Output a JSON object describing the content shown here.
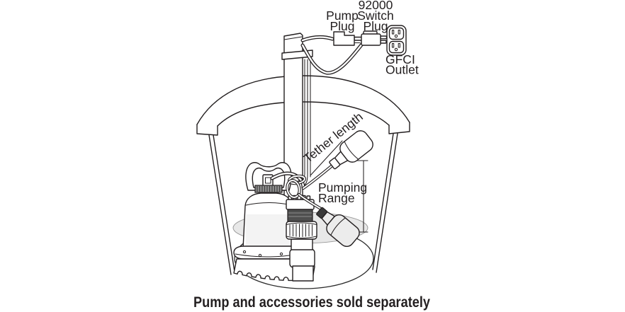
{
  "figure": {
    "caption": "Pump and accessories sold separately",
    "labels": {
      "pump_plug": [
        "Pump",
        "Plug"
      ],
      "switch_plug": [
        "92000",
        "Switch",
        "Plug"
      ],
      "gfci": [
        "GFCI",
        "Outlet"
      ],
      "tether": "Tether length",
      "pumping": [
        "Pumping",
        "Range"
      ]
    },
    "colors": {
      "ink": "#231f20",
      "water": "#e8e8e8",
      "water_edge": "#9a9a9a",
      "float_shaded": "#ececec",
      "clamp": "#4f4f4f",
      "connector_dark": "#3a3a3a",
      "collar": "#8a8a8a"
    }
  }
}
